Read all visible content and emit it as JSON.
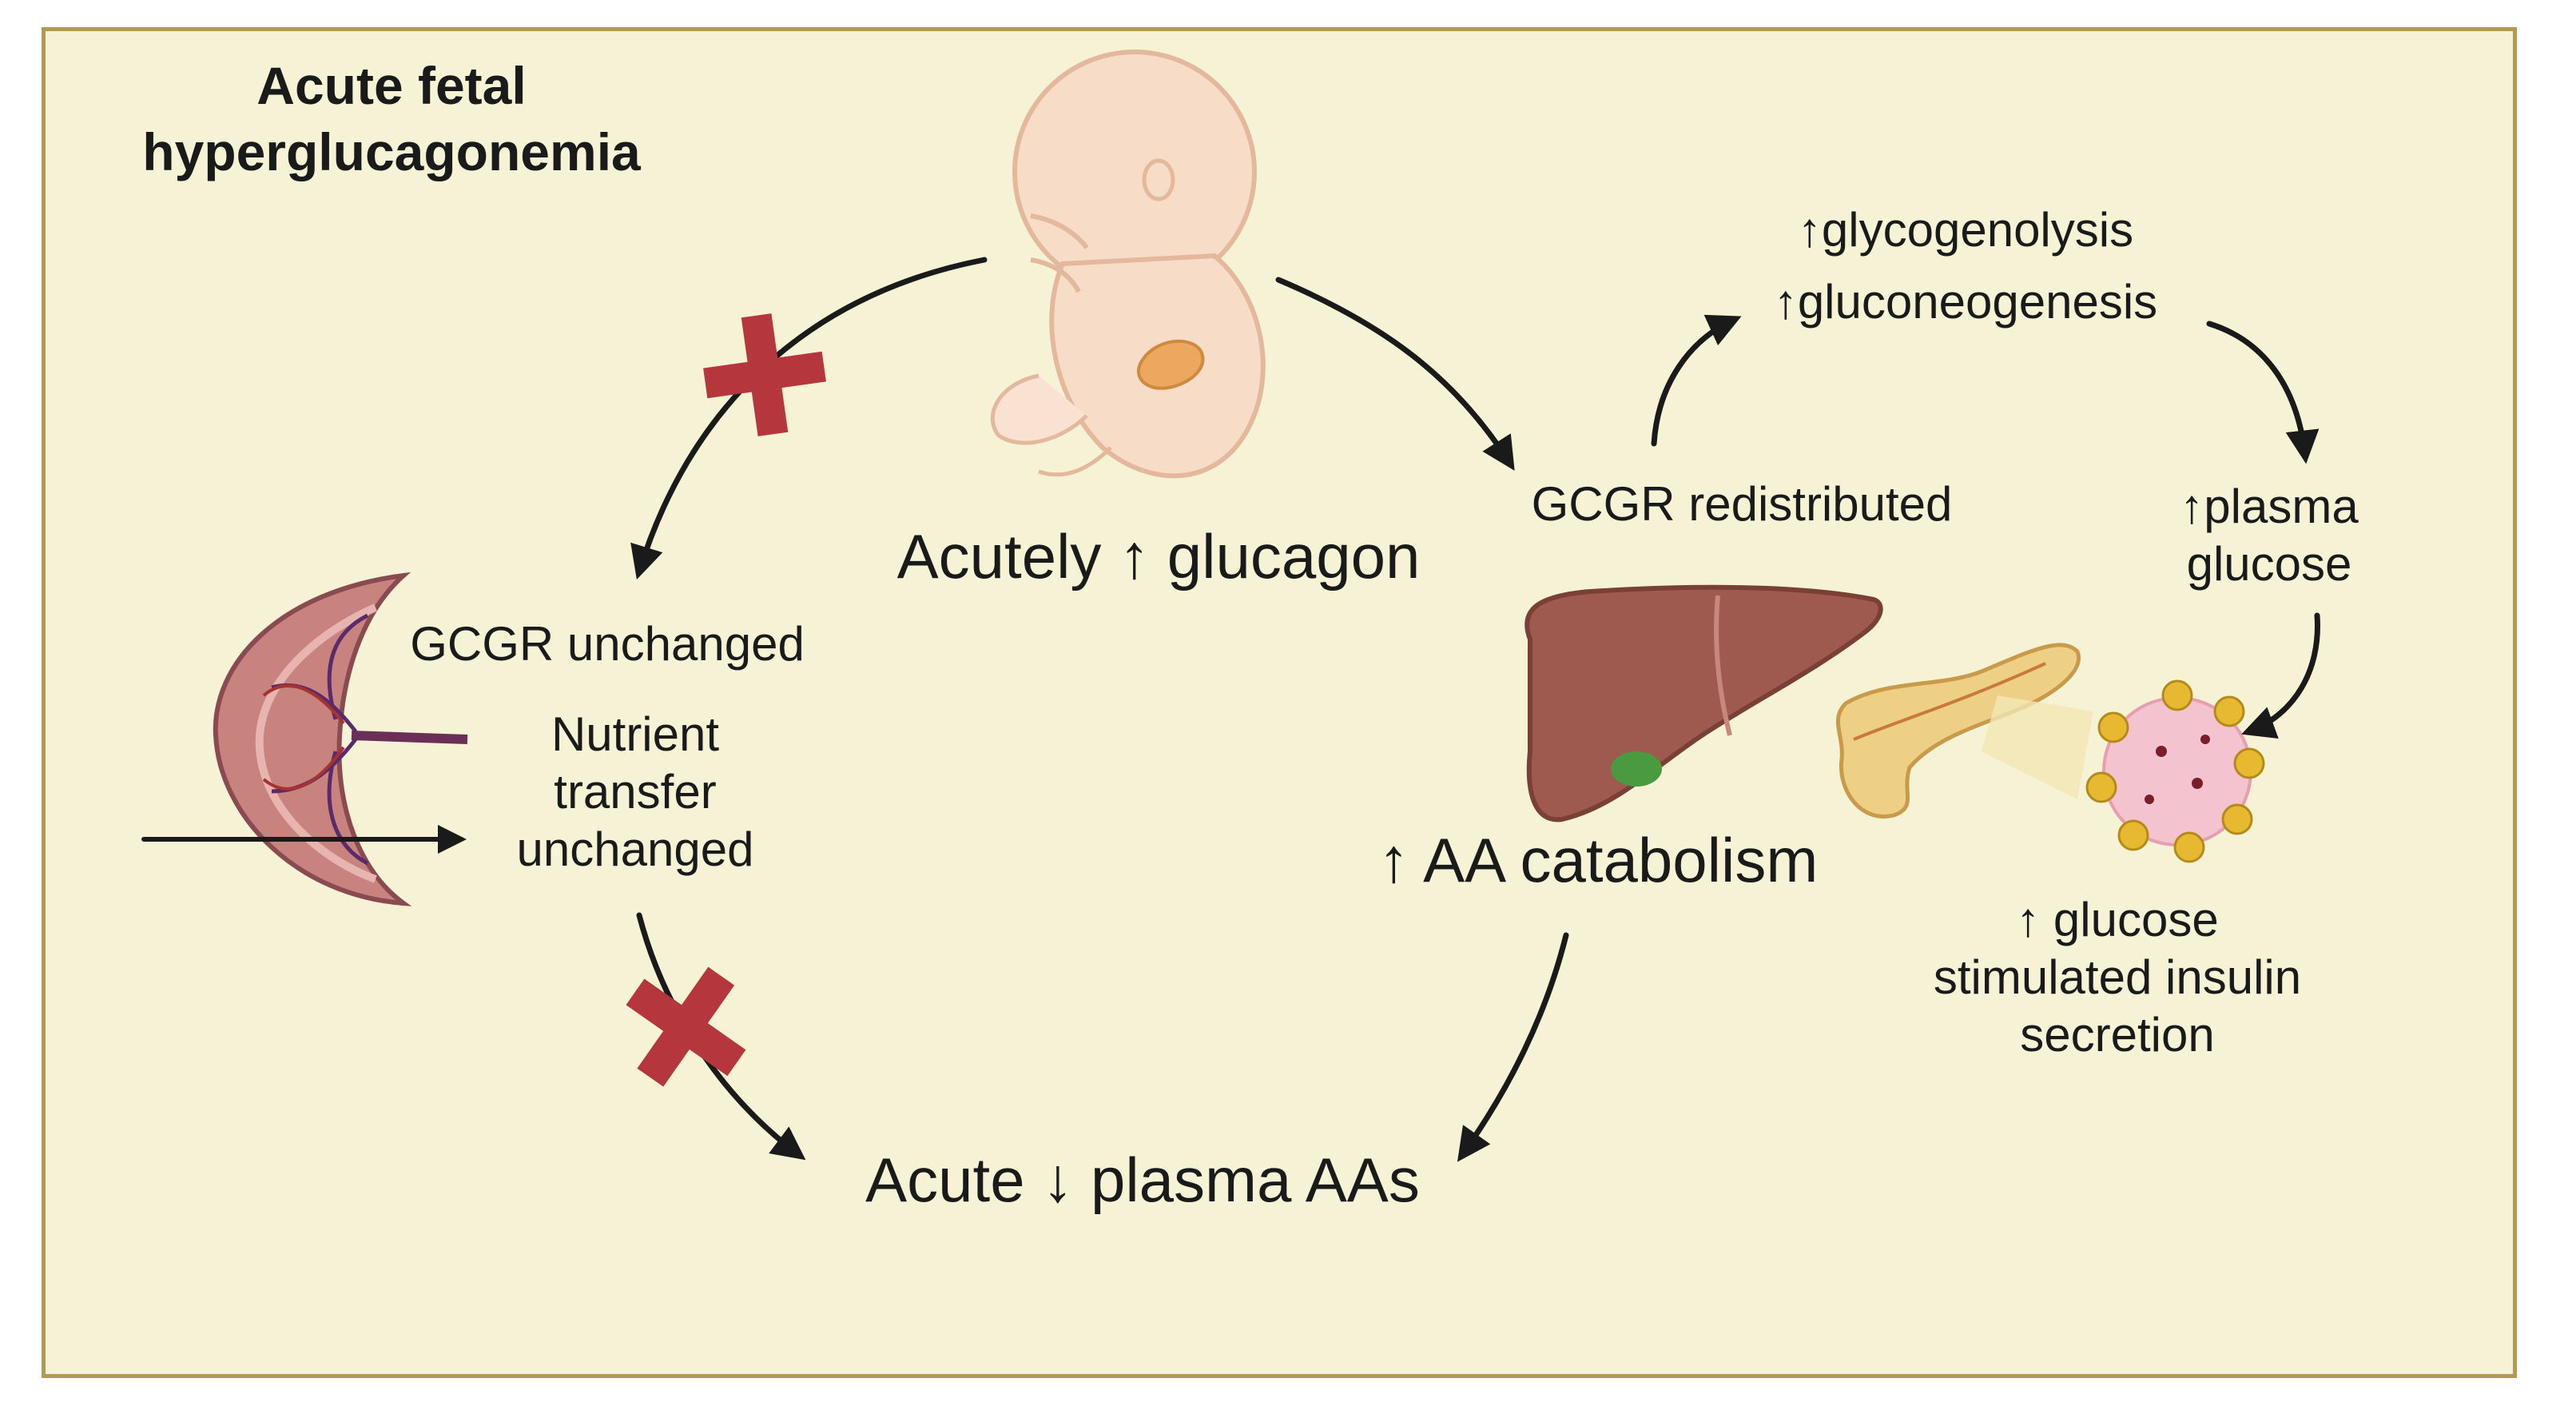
{
  "title": [
    "Acute fetal",
    "hyperglucagonemia"
  ],
  "labels": {
    "fetus": {
      "prefix": "Acutely",
      "arrow": "↑",
      "text": "glucagon"
    },
    "placenta_receptor": "GCGR unchanged",
    "nutrient": [
      "Nutrient",
      "transfer",
      "unchanged"
    ],
    "plasma_aa": {
      "prefix": "Acute",
      "arrow": "↓",
      "text": "plasma AAs"
    },
    "liver_receptor": "GCGR redistributed",
    "aa_catabolism": {
      "arrow": "↑",
      "text": "AA catabolism"
    },
    "glycogenolysis": {
      "arrow": "↑",
      "text": "glycogenolysis"
    },
    "gluconeogenesis": {
      "arrow": "↑",
      "text": "gluconeogenesis"
    },
    "plasma_glucose": {
      "arrow": "↑",
      "line1": "plasma",
      "line2": "glucose"
    },
    "gsis": {
      "arrow": "↑",
      "line1": "glucose",
      "line2": "stimulated insulin",
      "line3": "secretion"
    }
  },
  "icons": [
    "fetus-illustration",
    "placenta-illustration",
    "liver-illustration",
    "pancreas-illustration",
    "islet-illustration",
    "blocked-x-icon"
  ],
  "colors": {
    "panel_bg": "#f5f2d6",
    "panel_border": "#b09a55",
    "block_x": "#b5373d",
    "liver": "#9e5a4e",
    "fetus": "#f6dcc8",
    "pancreas": "#eecf86"
  }
}
